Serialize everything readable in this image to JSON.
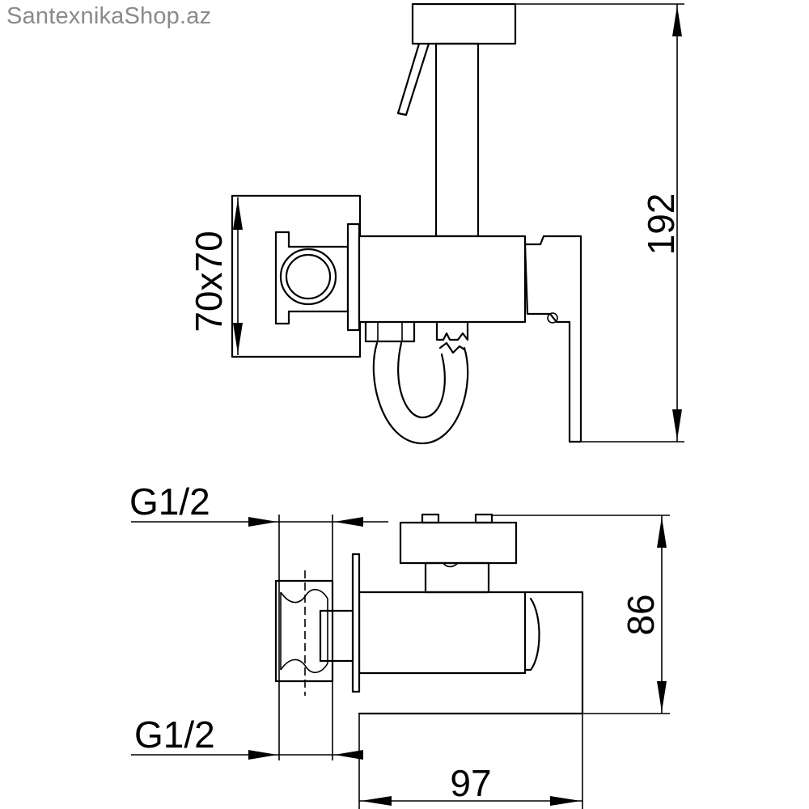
{
  "watermark": "SantexnikaShop.az",
  "dimensions": {
    "plate_size": "70x70",
    "total_height": "192",
    "body_height": "86",
    "body_length": "97",
    "thread_top": "G1/2",
    "thread_bottom": "G1/2"
  },
  "colors": {
    "line": "#000000",
    "watermark": "#8a8a8a",
    "background": "#ffffff"
  }
}
